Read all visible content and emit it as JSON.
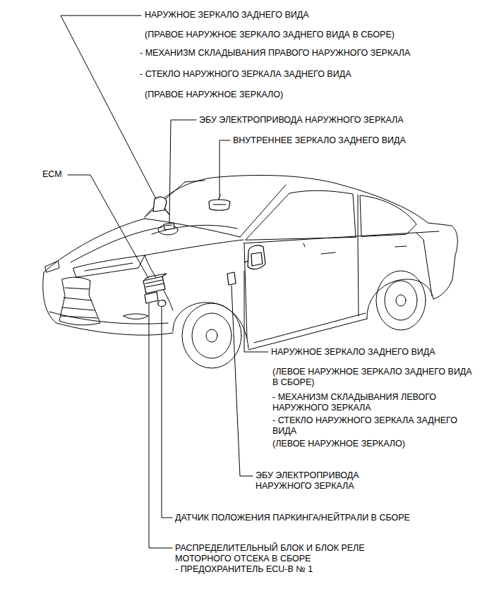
{
  "diagram": {
    "labels": [
      "НАРУЖНОЕ ЗЕРКАЛО ЗАДНЕГО ВИДА",
      "(ПРАВОЕ НАРУЖНОЕ ЗЕРКАЛО ЗАДНЕГО ВИДА В СБОРЕ)",
      "- МЕХАНИЗМ СКЛАДЫВАНИЯ ПРАВОГО НАРУЖНОГО ЗЕРКАЛА",
      "- СТЕКЛО НАРУЖНОГО ЗЕРКАЛА ЗАДНЕГО ВИДА",
      "(ПРАВОЕ НАРУЖНОЕ ЗЕРКАЛО)",
      "ЭБУ ЭЛЕКТРОПРИВОДА НАРУЖНОГО ЗЕРКАЛА",
      "ВНУТРЕННЕЕ ЗЕРКАЛО ЗАДНЕГО ВИДА",
      "ECM",
      "НАРУЖНОЕ ЗЕРКАЛО ЗАДНЕГО ВИДА",
      "(ЛЕВОЕ НАРУЖНОЕ ЗЕРКАЛО ЗАДНЕГО ВИДА В СБОРЕ)",
      "- МЕХАНИЗМ СКЛАДЫВАНИЯ ЛЕВОГО НАРУЖНОГО ЗЕРКАЛА",
      "- СТЕКЛО НАРУЖНОГО ЗЕРКАЛА ЗАДНЕГО ВИДА",
      "(ЛЕВОЕ НАРУЖНОЕ ЗЕРКАЛО)",
      "ЭБУ ЭЛЕКТРОПРИВОДА НАРУЖНОГО ЗЕРКАЛА",
      "ДАТЧИК ПОЛОЖЕНИЯ ПАРКИНГА/НЕЙТРАЛИ В СБОРЕ",
      "РАСПРЕДЕЛИТЕЛЬНЫЙ БЛОК И БЛОК РЕЛЕ МОТОРНОГО ОТСЕКА В СБОРЕ",
      "- ПРЕДОХРАНИТЕЛЬ ECU-B № 1"
    ]
  }
}
